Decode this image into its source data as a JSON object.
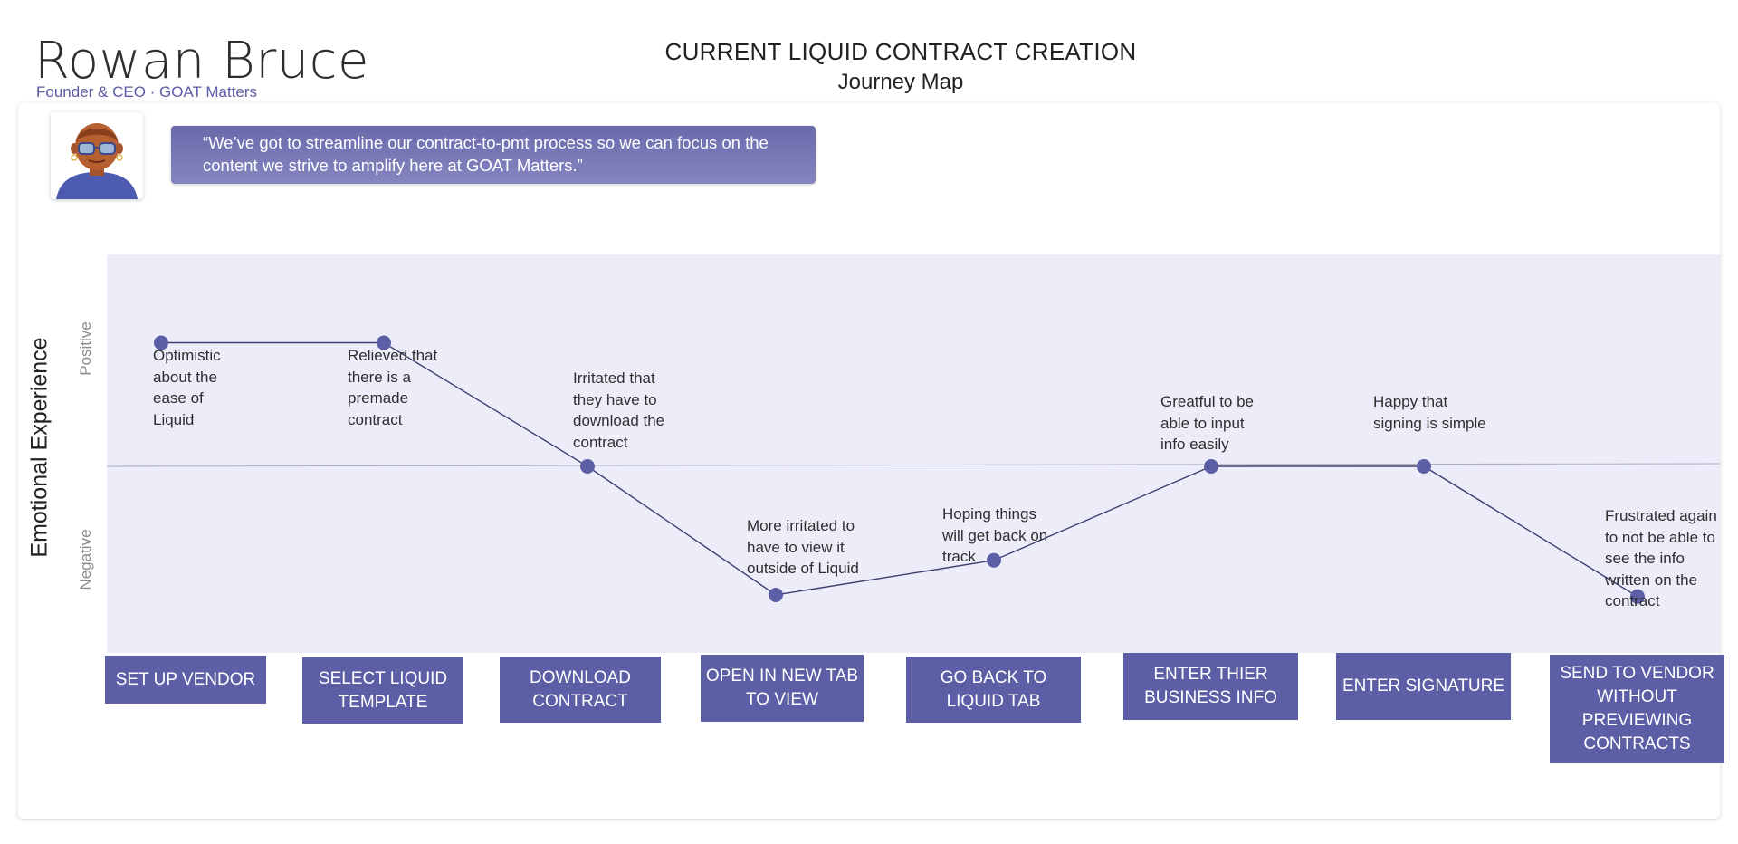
{
  "persona": {
    "name": "Rowan Bruce",
    "role": "Founder & CEO · GOAT Matters",
    "quote": "“We’ve got to streamline our contract-to-pmt process so we can focus on the content we strive to amplify here at GOAT Matters.”"
  },
  "map": {
    "title": "CURRENT LIQUID CONTRACT CREATION",
    "subtitle": "Journey Map"
  },
  "axis": {
    "title": "Emotional Experience",
    "positive": "Positive",
    "negative": "Negative"
  },
  "colors": {
    "accent": "#5d5fa6",
    "band": "#ecedf8",
    "line": "#3f4070",
    "quote_bg": "#7576b5"
  },
  "steps": [
    {
      "label": "SET UP VENDOR",
      "emotion": "Optimistic\nabout the\nease of\nLiquid",
      "score": 0.75
    },
    {
      "label": "SELECT LIQUID TEMPLATE",
      "emotion": "Relieved that\nthere is a\npremade\ncontract",
      "score": 0.75
    },
    {
      "label": "DOWNLOAD CONTRACT",
      "emotion": "Irritated that\nthey have to\ndownload the\ncontract",
      "score": 0.0
    },
    {
      "label": "OPEN IN NEW TAB TO VIEW",
      "emotion": "More irritated to\nhave to view it\noutside of Liquid",
      "score": -0.78
    },
    {
      "label": "GO BACK TO LIQUID TAB",
      "emotion": "Hoping things\nwill get back on\ntrack",
      "score": -0.57
    },
    {
      "label": "ENTER THIER BUSINESS INFO",
      "emotion": "Greatful to be\nable to input\ninfo easily",
      "score": 0.0
    },
    {
      "label": "ENTER SIGNATURE",
      "emotion": "Happy that\nsigning is simple",
      "score": 0.0
    },
    {
      "label": "SEND TO VENDOR WITHOUT PREVIEWING CONTRACTS",
      "emotion": "Frustrated again\nto not be able to\nsee the info\nwritten on the\ncontract",
      "score": -0.79
    }
  ]
}
